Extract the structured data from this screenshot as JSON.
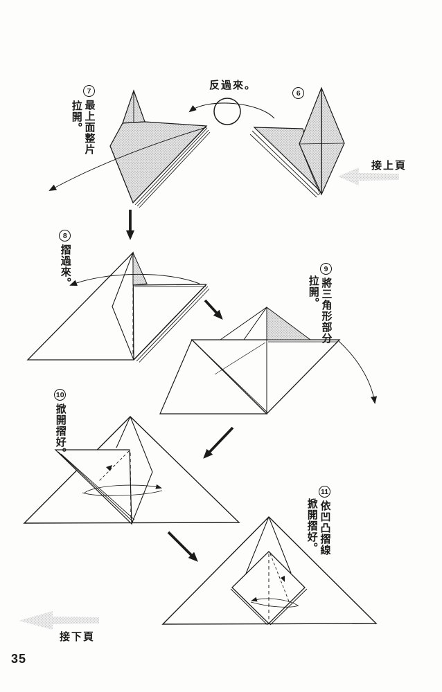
{
  "page": {
    "number": "35"
  },
  "nav": {
    "prev_label": "接上頁",
    "next_label": "接下頁"
  },
  "annotations": {
    "turn_over": "反過來。"
  },
  "steps": {
    "s6": {
      "num": "6"
    },
    "s7": {
      "num": "7",
      "line1": "最上面整片",
      "line2": "拉開。"
    },
    "s8": {
      "num": "8",
      "line1": "摺過來。"
    },
    "s9": {
      "num": "9",
      "line1": "將三角形部分",
      "line2": "拉開。"
    },
    "s10": {
      "num": "10",
      "line1": "掀開摺好。"
    },
    "s11": {
      "num": "11",
      "line1": "依凹凸摺線",
      "line2": "掀開摺好。"
    }
  },
  "colors": {
    "ink": "#1b1b1b",
    "halftone_gray": "#cccccc",
    "nav_arrow_gray": "#c9c9c9",
    "paper": "#fdfdfc"
  }
}
